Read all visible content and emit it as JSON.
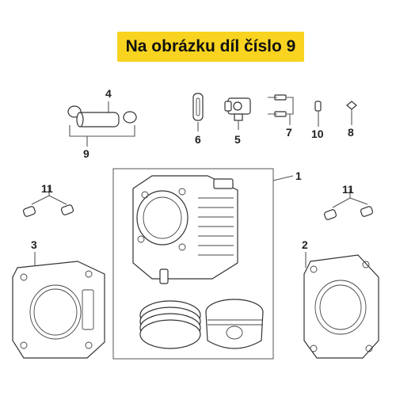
{
  "header": {
    "title": "Na obrázku díl číslo 9"
  },
  "callouts": {
    "c1": "1",
    "c2": "2",
    "c3": "3",
    "c4": "4",
    "c5": "5",
    "c6": "6",
    "c7": "7",
    "c8": "8",
    "c9": "9",
    "c10": "10",
    "c11a": "11",
    "c11b": "11"
  },
  "colors": {
    "title_bg": "#f8d31f",
    "line": "#555555"
  }
}
